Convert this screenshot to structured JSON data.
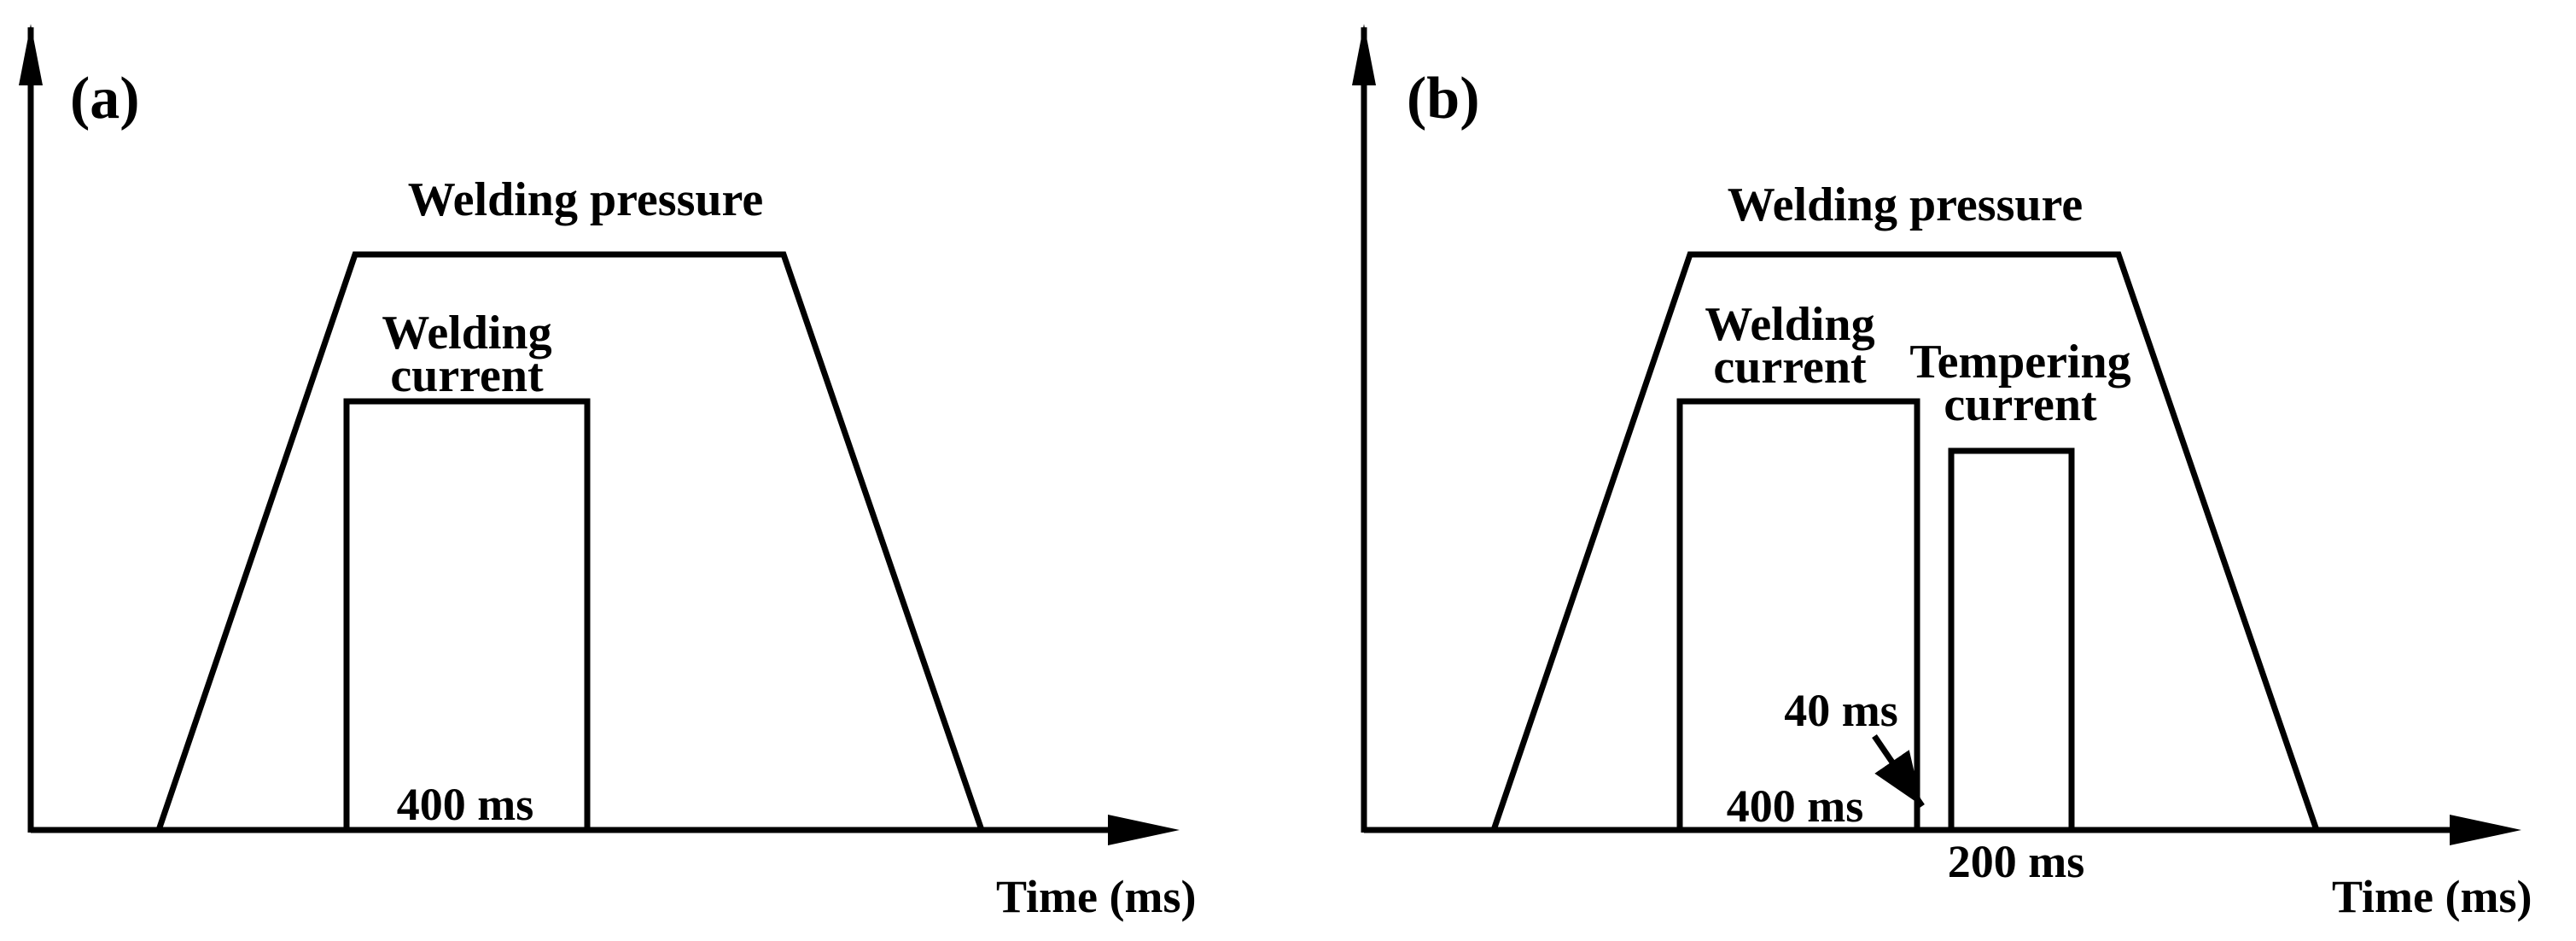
{
  "panels": [
    {
      "tag": "(a)",
      "pressure_label": "Welding pressure",
      "welding_current_label": [
        "Welding",
        "current"
      ],
      "welding_time_label": "400 ms",
      "x_axis_label": "Time (ms)"
    },
    {
      "tag": "(b)",
      "pressure_label": "Welding pressure",
      "welding_current_label": [
        "Welding",
        "current"
      ],
      "tempering_current_label": [
        "Tempering",
        "current"
      ],
      "welding_time_label": "400 ms",
      "gap_time_label": "40 ms",
      "tempering_time_label": "200 ms",
      "x_axis_label": "Time (ms)"
    }
  ]
}
